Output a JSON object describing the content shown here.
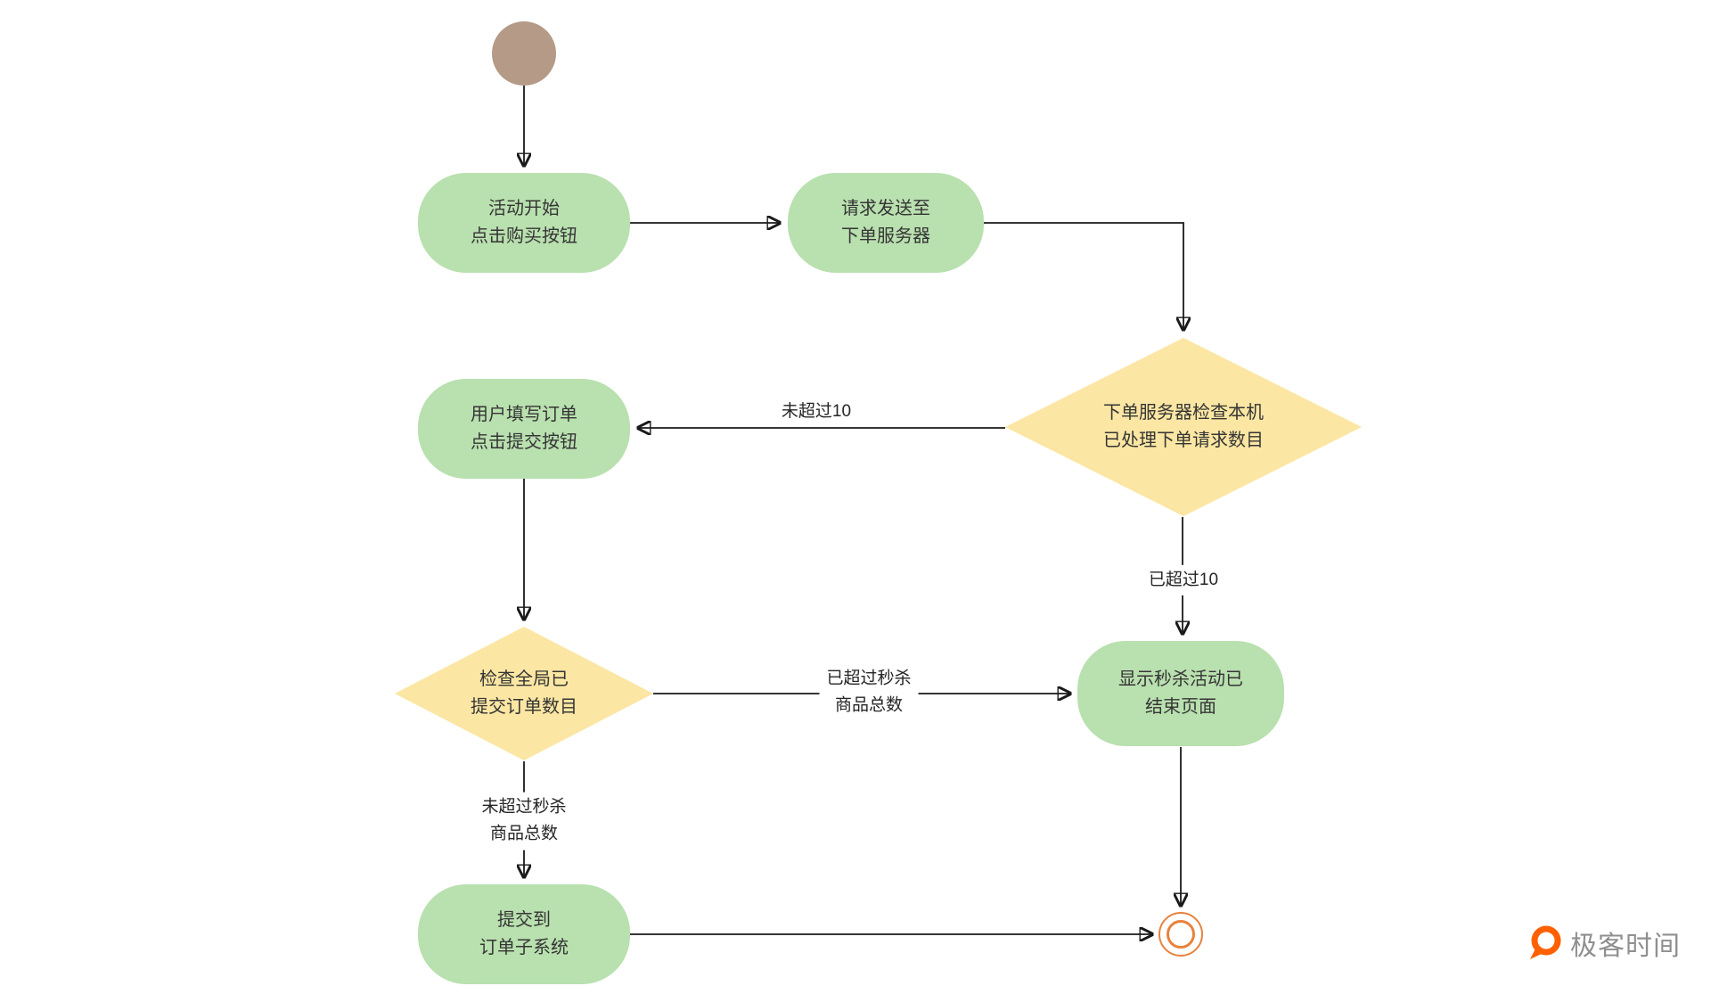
{
  "diagram": {
    "nodes": {
      "start": {
        "name": "start"
      },
      "activity_start": {
        "label": "活动开始\n点击购买按钮"
      },
      "send_request": {
        "label": "请求发送至\n下单服务器"
      },
      "check_local_count": {
        "label": "下单服务器检查本机\n已处理下单请求数目"
      },
      "fill_order": {
        "label": "用户填写订单\n点击提交按钮"
      },
      "check_global_count": {
        "label": "检查全局已\n提交订单数目"
      },
      "show_end_page": {
        "label": "显示秒杀活动已\n结束页面"
      },
      "submit_subsystem": {
        "label": "提交到\n订单子系统"
      },
      "end": {
        "name": "end"
      }
    },
    "edge_labels": {
      "not_over_10": "未超过10",
      "over_10": "已超过10",
      "over_total": "已超过秒杀\n商品总数",
      "not_over_total": "未超过秒杀\n商品总数"
    },
    "colors": {
      "node_green": "#b9e0af",
      "node_yellow": "#fbe6a3",
      "start_brown": "#b49a87",
      "end_orange": "#e8823d",
      "edge_black": "#1a1a1a",
      "brand_orange": "#ff6000"
    }
  },
  "footer": {
    "brand": "极客时间"
  }
}
